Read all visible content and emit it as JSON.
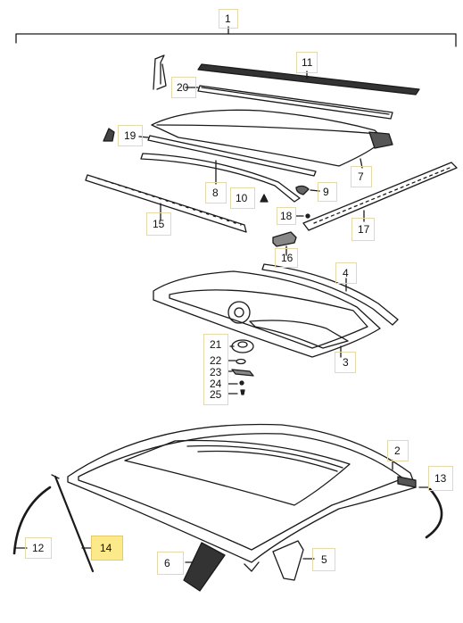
{
  "callouts": [
    "1",
    "2",
    "3",
    "4",
    "5",
    "6",
    "7",
    "8",
    "9",
    "10",
    "11",
    "12",
    "13",
    "14",
    "15",
    "16",
    "17",
    "18",
    "19",
    "20",
    "21",
    "22",
    "23",
    "24",
    "25"
  ],
  "highlighted": "14",
  "colors": {
    "ink": "#1a1a1a",
    "highlight": "#fbe98a",
    "callout_box": "#e6d9a8"
  }
}
